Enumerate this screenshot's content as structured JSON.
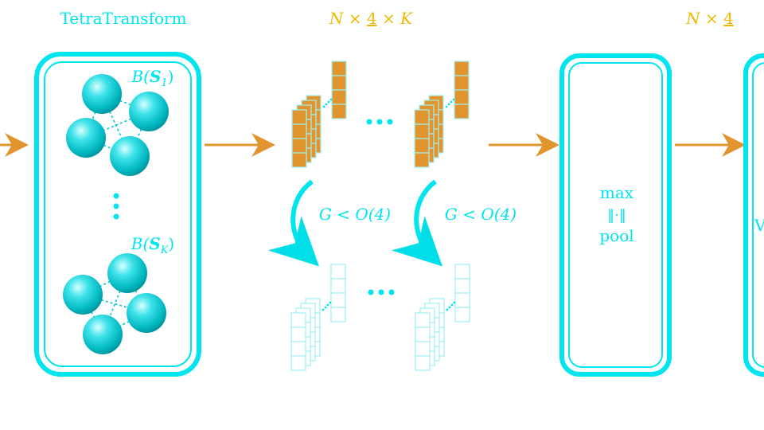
{
  "colors": {
    "cyan": "#00e5ee",
    "cyan_dark": "#00c8d0",
    "orange": "#e0952e",
    "gold": "#f2b800",
    "faint": "#9ff0f2"
  },
  "header": {
    "title": "TetraTransform",
    "shape_mid_n": "N",
    "shape_mid_4": "4",
    "shape_mid_k": "K",
    "shape_right_n": "N",
    "shape_right_4": "4"
  },
  "tetra_box": {
    "label_top_b": "B(",
    "label_top_s": "S",
    "label_top_sub": "1",
    "label_top_close": ")",
    "label_bottom_b": "B(",
    "label_bottom_s": "S",
    "label_bottom_sub": "K",
    "label_bottom_close": ")"
  },
  "group_action": {
    "left": "G < O(4)",
    "right": "G < O(4)"
  },
  "pool_box": {
    "line1": "max",
    "line2": "‖·‖",
    "line3": "pool"
  },
  "right_box": {
    "partial_letter": "V"
  },
  "icons": [
    "arrow-right-icon",
    "ellipsis-icon",
    "curved-arrow-icon",
    "sphere-icon"
  ]
}
